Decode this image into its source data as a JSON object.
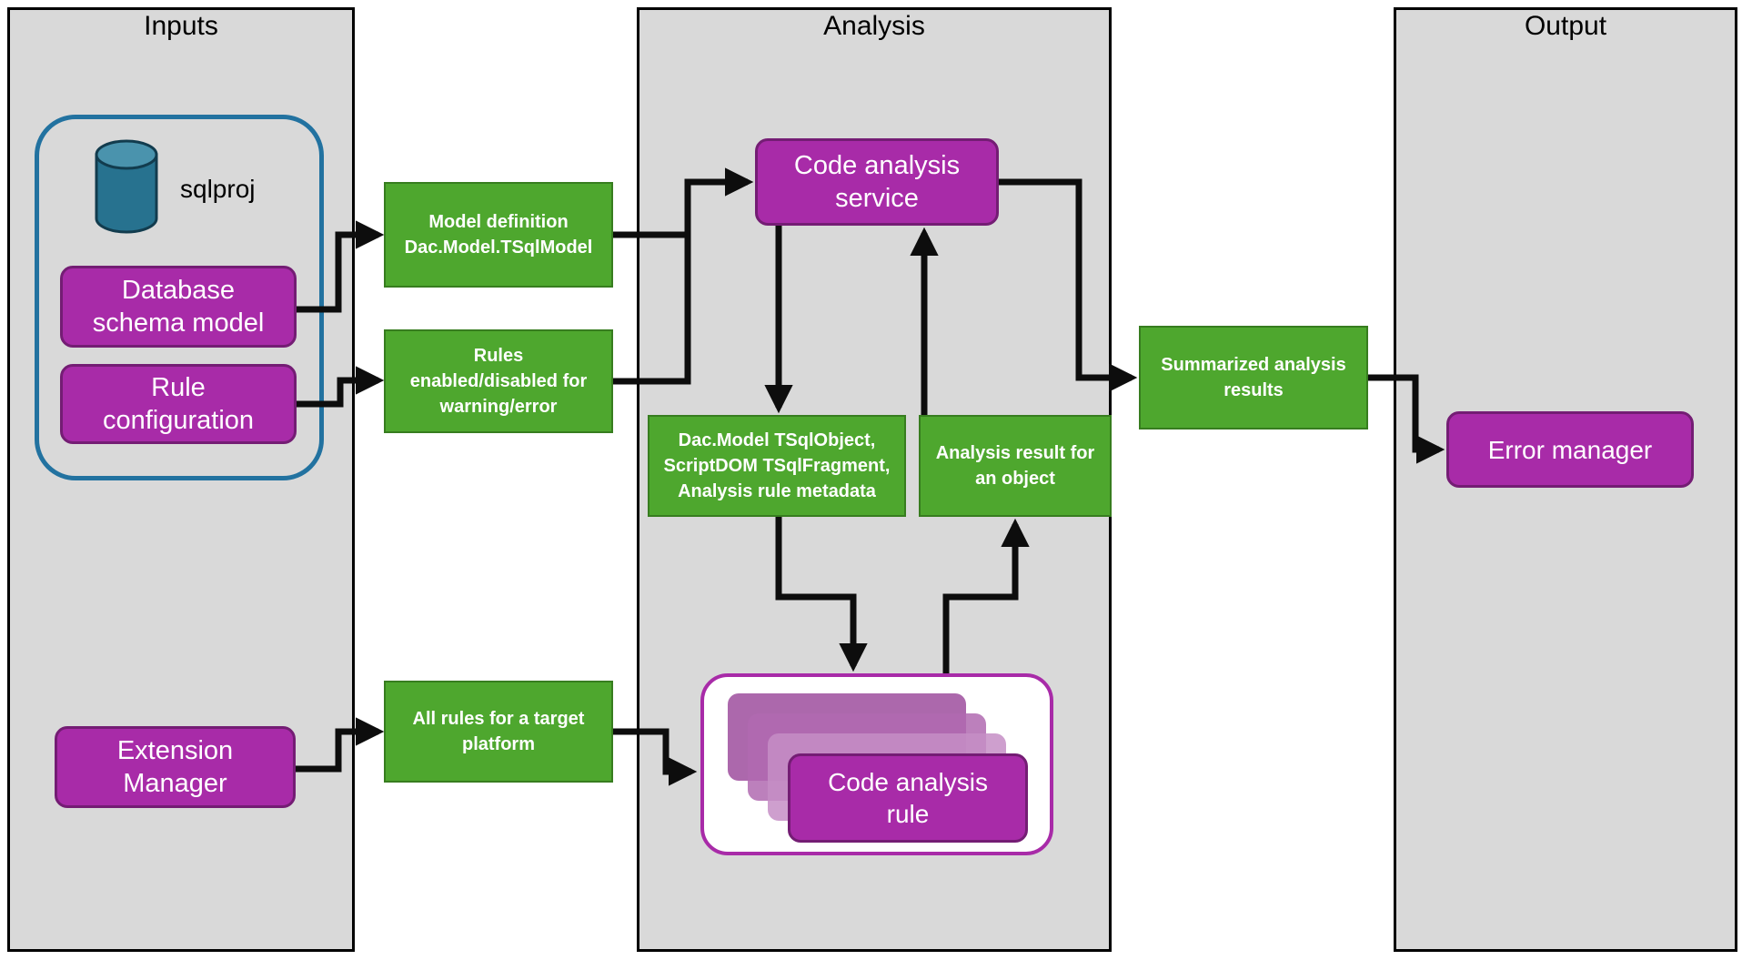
{
  "panels": {
    "inputs_title": "Inputs",
    "analysis_title": "Analysis",
    "output_title": "Output"
  },
  "inputs": {
    "sqlproj": "sqlproj",
    "database_schema_model": "Database\nschema model",
    "rule_configuration": "Rule\nconfiguration",
    "extension_manager": "Extension\nManager"
  },
  "artifacts": {
    "model_definition": "Model definition\nDac.Model.TSqlModel",
    "rules_flags": "Rules\nenabled/disabled for\nwarning/error",
    "all_rules": "All rules for a target\nplatform",
    "object_metadata": "Dac.Model TSqlObject,\nScriptDOM TSqlFragment,\nAnalysis rule metadata",
    "analysis_result": "Analysis result for\nan object",
    "summarized_results": "Summarized analysis\nresults"
  },
  "analysis": {
    "code_analysis_service": "Code analysis\nservice",
    "code_analysis_rule": "Code analysis\nrule"
  },
  "output": {
    "error_manager": "Error manager"
  },
  "colors": {
    "purple": "#a82ba8",
    "green": "#4ea72e",
    "panel_gray": "#d9d9d9",
    "blue_outline": "#2272a0",
    "arrow": "#0d0d0d"
  }
}
